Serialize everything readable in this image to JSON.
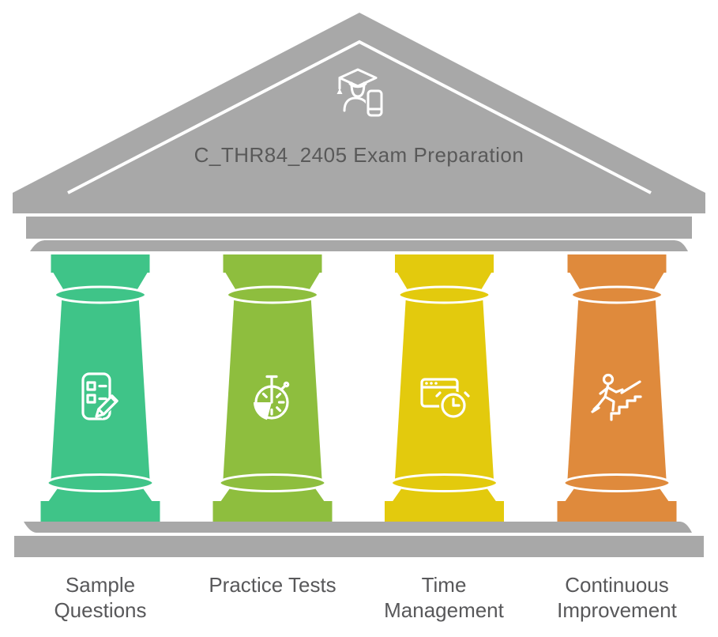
{
  "title": "C_THR84_2405 Exam Preparation",
  "colors": {
    "structure": "#A8A8A8",
    "title_text": "#595959",
    "label_text": "#58585A",
    "icon_stroke": "#FFFFFF"
  },
  "roof": {
    "icon": "graduate-with-phone-icon"
  },
  "pillars": [
    {
      "label": "Sample Questions",
      "color": "#3FC488",
      "icon": "checklist-pencil-icon"
    },
    {
      "label": "Practice Tests",
      "color": "#8EBE3E",
      "icon": "stopwatch-icon"
    },
    {
      "label": "Time Management",
      "color": "#E3CA0D",
      "icon": "browser-clock-icon"
    },
    {
      "label": "Continuous Improvement",
      "color": "#DF8A3C",
      "icon": "person-climbing-stairs-icon"
    }
  ]
}
